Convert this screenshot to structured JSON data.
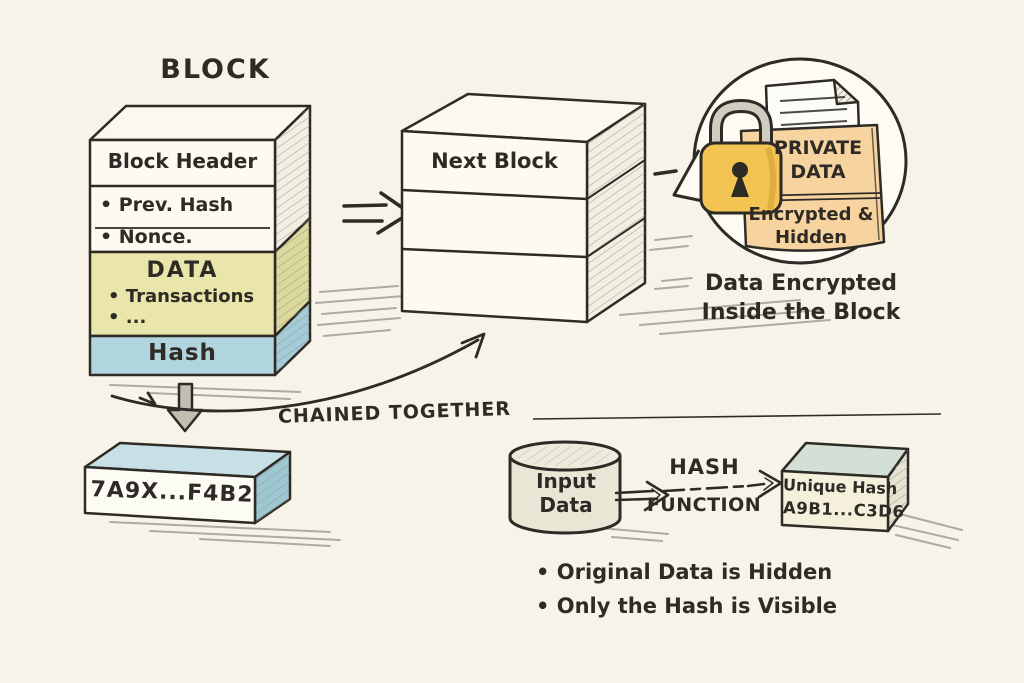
{
  "title": "BLOCK",
  "block": {
    "header": "Block Header",
    "prev_hash": "• Prev. Hash",
    "nonce": "• Nonce.",
    "data_title": "DATA",
    "transactions": "• Transactions",
    "more": "• ...",
    "hash": "Hash"
  },
  "next_block": {
    "label": "Next Block"
  },
  "chain": {
    "label": "CHAINED TOGETHER"
  },
  "hash_output": {
    "value": "7A9X...F4B2"
  },
  "private_data": {
    "title": "PRIVATE DATA",
    "subtitle": "Encrypted & Hidden",
    "caption_line1": "Data Encrypted",
    "caption_line2": "Inside the Block"
  },
  "hash_function": {
    "input_line1": "Input",
    "input_line2": "Data",
    "label_top": "HASH",
    "label_bottom": "FUNCTION",
    "output_title": "Unique Hash",
    "output_value": "A9B1...C3D6"
  },
  "notes": {
    "bullet1": "• Original Data is Hidden",
    "bullet2": "• Only the Hash is Visible"
  },
  "icons": {
    "padlock": "padlock-icon",
    "document": "document-icon",
    "down_arrow": "down-arrow-icon",
    "double_right_arrow": "double-right-arrow-icon",
    "chain_curve_arrow": "chain-arrow-icon",
    "cylinder": "database-cylinder-icon",
    "speech_bubble": "speech-bubble-icon"
  },
  "colors": {
    "background": "#f7f3e9",
    "ink": "#2e2b26",
    "data_section": "#e9e5ab",
    "hash_section": "#b1d5df",
    "hash_box_top": "#c6e0e6",
    "hash_box_side": "#9dc7d3",
    "padlock_body": "#f3c451",
    "shackle": "#cfccc0",
    "folder_card": "#f7d3a0",
    "cylinder_fill": "#eae6d6",
    "unique_box_top": "#d4e0d5",
    "unique_box_front": "#f4f0dc",
    "arrow_gray": "#c2beb2"
  }
}
